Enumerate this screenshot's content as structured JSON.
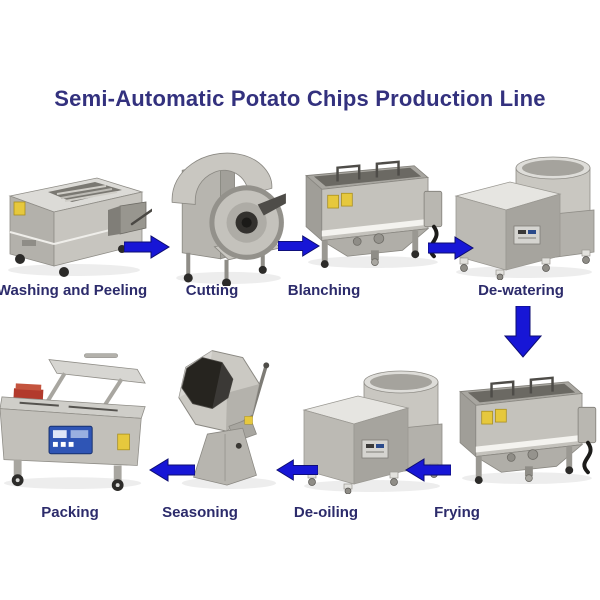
{
  "title": "Semi-Automatic Potato Chips Production Line",
  "flow": {
    "top_row_direction": "right",
    "bottom_row_direction": "left",
    "row_connector": "down-from-de-watering-to-frying"
  },
  "stages": {
    "top": [
      {
        "label": "Washing and Peeling"
      },
      {
        "label": "Cutting"
      },
      {
        "label": "Blanching"
      },
      {
        "label": "De-watering"
      }
    ],
    "bottom": [
      {
        "label": "Packing"
      },
      {
        "label": "Seasoning"
      },
      {
        "label": "De-oiling"
      },
      {
        "label": "Frying"
      }
    ]
  },
  "colors": {
    "arrow_fill": "#1716d6",
    "arrow_outline": "#0d0d70",
    "title_text": "#33317e",
    "label_text": "#2c2b6b",
    "background": "#ffffff"
  }
}
